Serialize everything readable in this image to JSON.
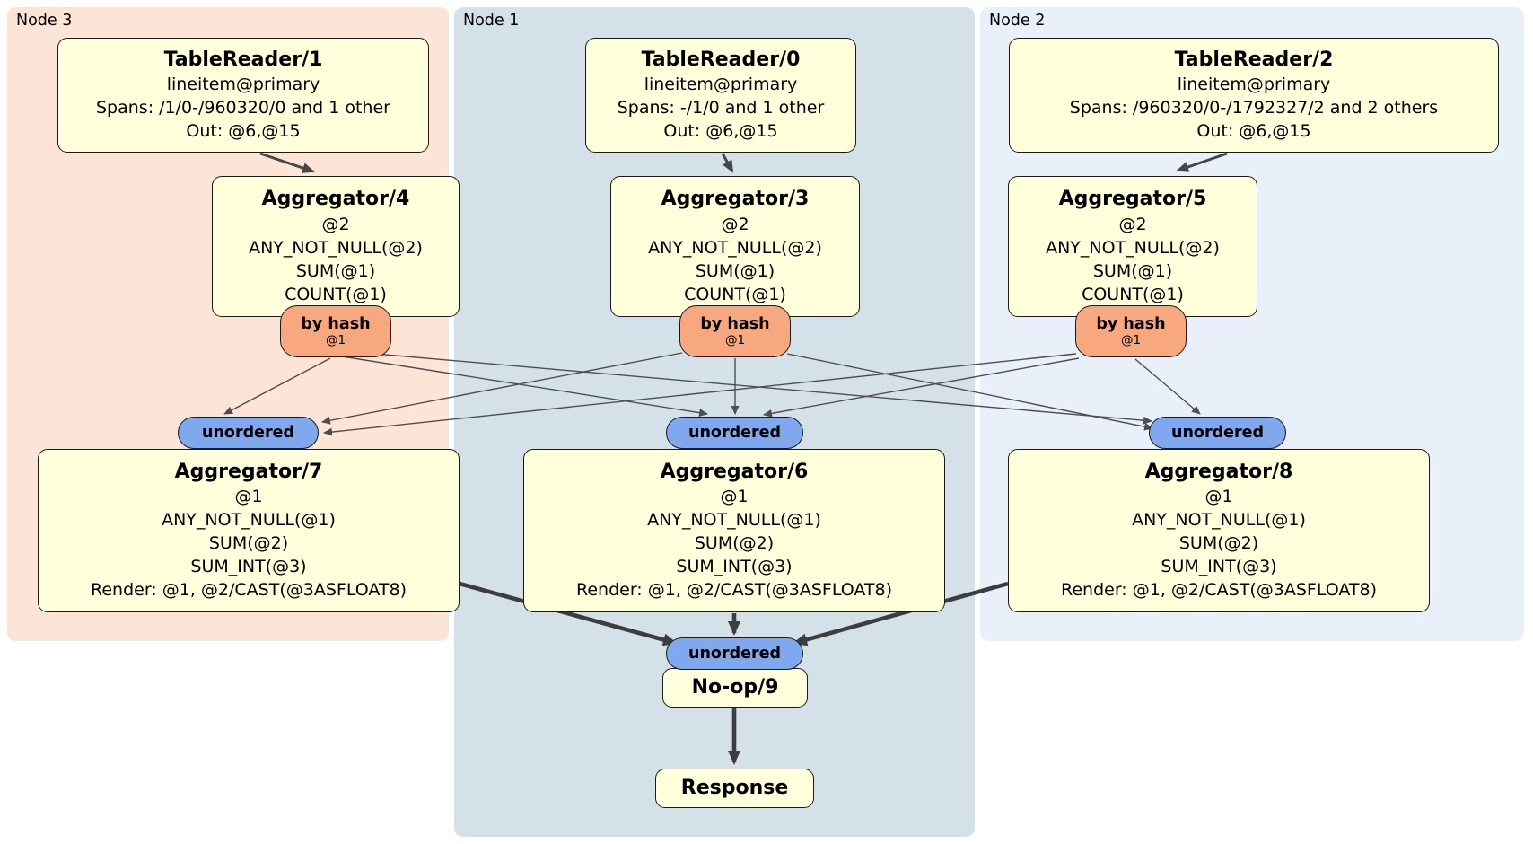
{
  "regions": {
    "node3": {
      "label": "Node 3"
    },
    "node1": {
      "label": "Node 1"
    },
    "node2": {
      "label": "Node 2"
    }
  },
  "processors": {
    "tablereader1": {
      "title": "TableReader/1",
      "rows": [
        "lineitem@primary",
        "Spans: /1/0-/960320/0 and 1 other",
        "Out: @6,@15"
      ]
    },
    "tablereader0": {
      "title": "TableReader/0",
      "rows": [
        "lineitem@primary",
        "Spans: -/1/0 and 1 other",
        "Out: @6,@15"
      ]
    },
    "tablereader2": {
      "title": "TableReader/2",
      "rows": [
        "lineitem@primary",
        "Spans: /960320/0-/1792327/2 and 2 others",
        "Out: @6,@15"
      ]
    },
    "aggregator4": {
      "title": "Aggregator/4",
      "rows": [
        "@2",
        "ANY_NOT_NULL(@2)",
        "SUM(@1)",
        "COUNT(@1)"
      ]
    },
    "aggregator3": {
      "title": "Aggregator/3",
      "rows": [
        "@2",
        "ANY_NOT_NULL(@2)",
        "SUM(@1)",
        "COUNT(@1)"
      ]
    },
    "aggregator5": {
      "title": "Aggregator/5",
      "rows": [
        "@2",
        "ANY_NOT_NULL(@2)",
        "SUM(@1)",
        "COUNT(@1)"
      ]
    },
    "aggregator7": {
      "title": "Aggregator/7",
      "rows": [
        "@1",
        "ANY_NOT_NULL(@1)",
        "SUM(@2)",
        "SUM_INT(@3)",
        "Render: @1, @2/CAST(@3ASFLOAT8)"
      ]
    },
    "aggregator6": {
      "title": "Aggregator/6",
      "rows": [
        "@1",
        "ANY_NOT_NULL(@1)",
        "SUM(@2)",
        "SUM_INT(@3)",
        "Render: @1, @2/CAST(@3ASFLOAT8)"
      ]
    },
    "aggregator8": {
      "title": "Aggregator/8",
      "rows": [
        "@1",
        "ANY_NOT_NULL(@1)",
        "SUM(@2)",
        "SUM_INT(@3)",
        "Render: @1, @2/CAST(@3ASFLOAT8)"
      ]
    },
    "noop": {
      "title": "No-op/9"
    },
    "response": {
      "title": "Response"
    }
  },
  "router": {
    "label": "by hash",
    "detail": "@1"
  },
  "stream": {
    "unordered_label": "unordered"
  },
  "colors": {
    "node3_bg": "#fce4d6",
    "node1_bg": "#d4e1e9",
    "node2_bg": "#eaf0fa",
    "processor_bg": "#ffffdb",
    "router_bg": "#f7a87e",
    "stream_bg": "#7fa8ee",
    "edge": "#4a4a4a"
  }
}
